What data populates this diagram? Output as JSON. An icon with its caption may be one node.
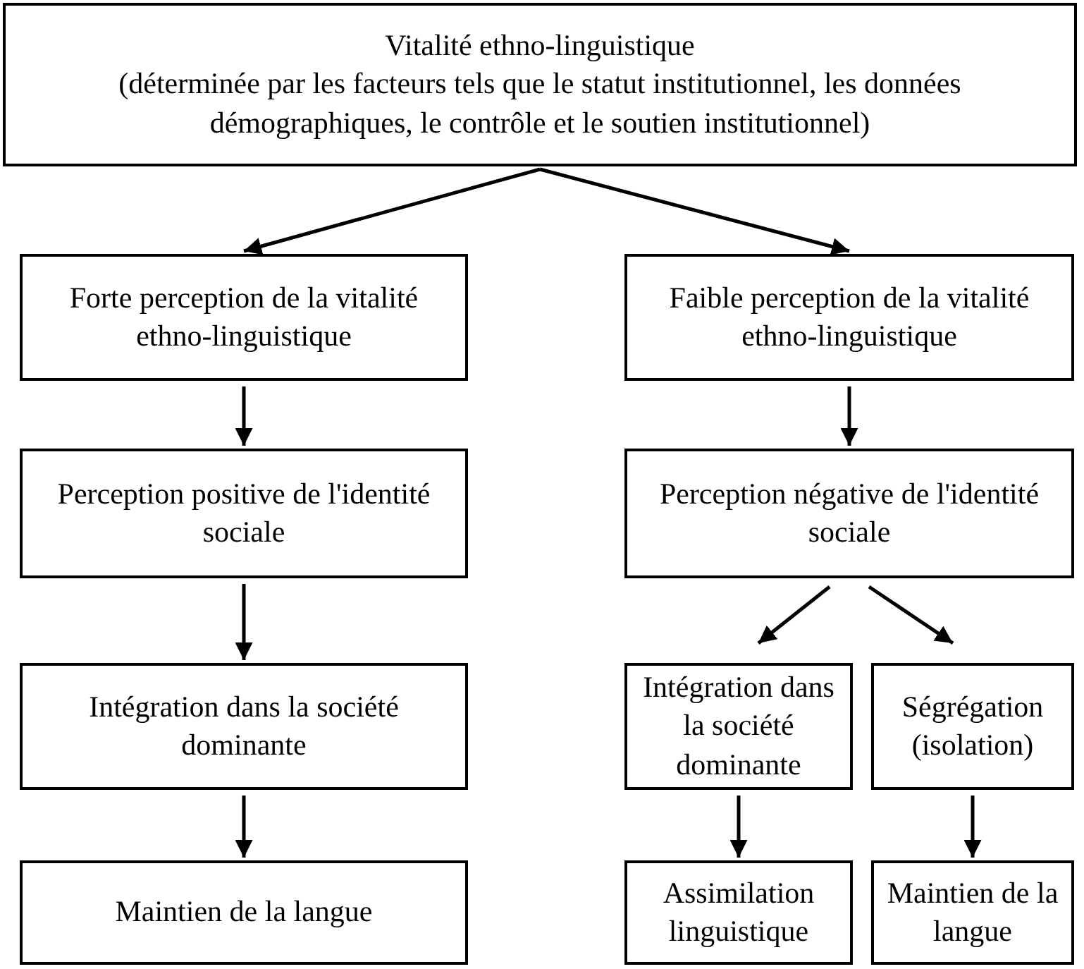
{
  "diagram": {
    "nodes": [
      {
        "text": [
          "Vitalité ethno-linguistique",
          "(déterminée par les facteurs tels que le statut institutionnel, les données démographiques, le contrôle et le soutien institutionnel)"
        ]
      },
      {
        "text": [
          "Forte perception de la vitalité ethno-linguistique"
        ]
      },
      {
        "text": [
          "Faible perception de la vitalité ethno-linguistique"
        ]
      },
      {
        "text": [
          "Perception positive de l'identité sociale"
        ]
      },
      {
        "text": [
          "Perception négative de l'identité sociale"
        ]
      },
      {
        "text": [
          "Intégration dans la société dominante"
        ]
      },
      {
        "text": [
          "Intégration dans la société dominante"
        ]
      },
      {
        "text": [
          "Ségrégation (isolation)"
        ]
      },
      {
        "text": [
          "Maintien de la langue"
        ]
      },
      {
        "text": [
          "Assimilation linguistique"
        ]
      },
      {
        "text": [
          "Maintien de la langue"
        ]
      }
    ],
    "edges": [
      {
        "from": 0,
        "to": 1,
        "arrow": "to"
      },
      {
        "from": 0,
        "to": 2,
        "arrow": "to"
      },
      {
        "from": 1,
        "to": 3,
        "arrow": "to"
      },
      {
        "from": 3,
        "to": 5,
        "arrow": "to"
      },
      {
        "from": 5,
        "to": 8,
        "arrow": "to"
      },
      {
        "from": 2,
        "to": 4,
        "arrow": "to"
      },
      {
        "from": 4,
        "to": 6,
        "arrow": "to"
      },
      {
        "from": 4,
        "to": 7,
        "arrow": "to"
      },
      {
        "from": 6,
        "to": 9,
        "arrow": "to"
      },
      {
        "from": 7,
        "to": 10,
        "arrow": "to"
      }
    ]
  }
}
